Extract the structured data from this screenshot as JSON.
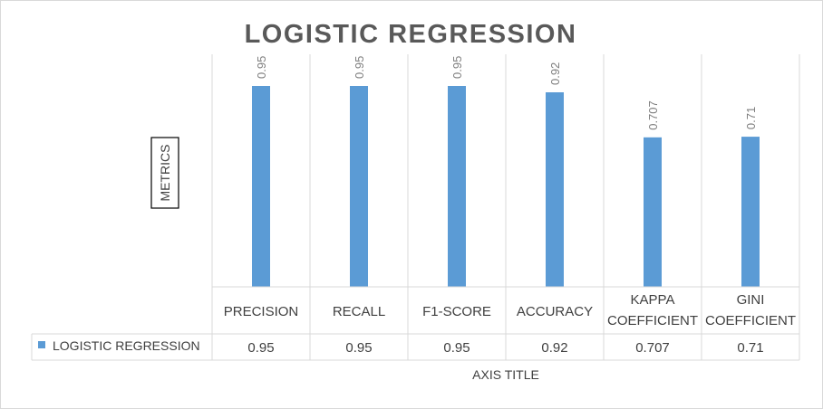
{
  "chart_data": {
    "type": "bar",
    "title": "LOGISTIC REGRESSION",
    "ylabel": "METRICS",
    "xlabel": "AXIS TITLE",
    "ylim": [
      0,
      1
    ],
    "categories": [
      [
        "PRECISION"
      ],
      [
        "RECALL"
      ],
      [
        "F1-SCORE"
      ],
      [
        "ACCURACY"
      ],
      [
        "KAPPA",
        "COEFFICIENT"
      ],
      [
        "GINI",
        "COEFFICIENT"
      ]
    ],
    "series": [
      {
        "name": "LOGISTIC REGRESSION",
        "values": [
          0.95,
          0.95,
          0.95,
          0.92,
          0.707,
          0.71
        ],
        "labels": [
          "0.95",
          "0.95",
          "0.95",
          "0.92",
          "0.707",
          "0.71"
        ],
        "color": "#5b9bd5"
      }
    ],
    "data_table": true,
    "grid": false,
    "vertical_separators": true
  }
}
